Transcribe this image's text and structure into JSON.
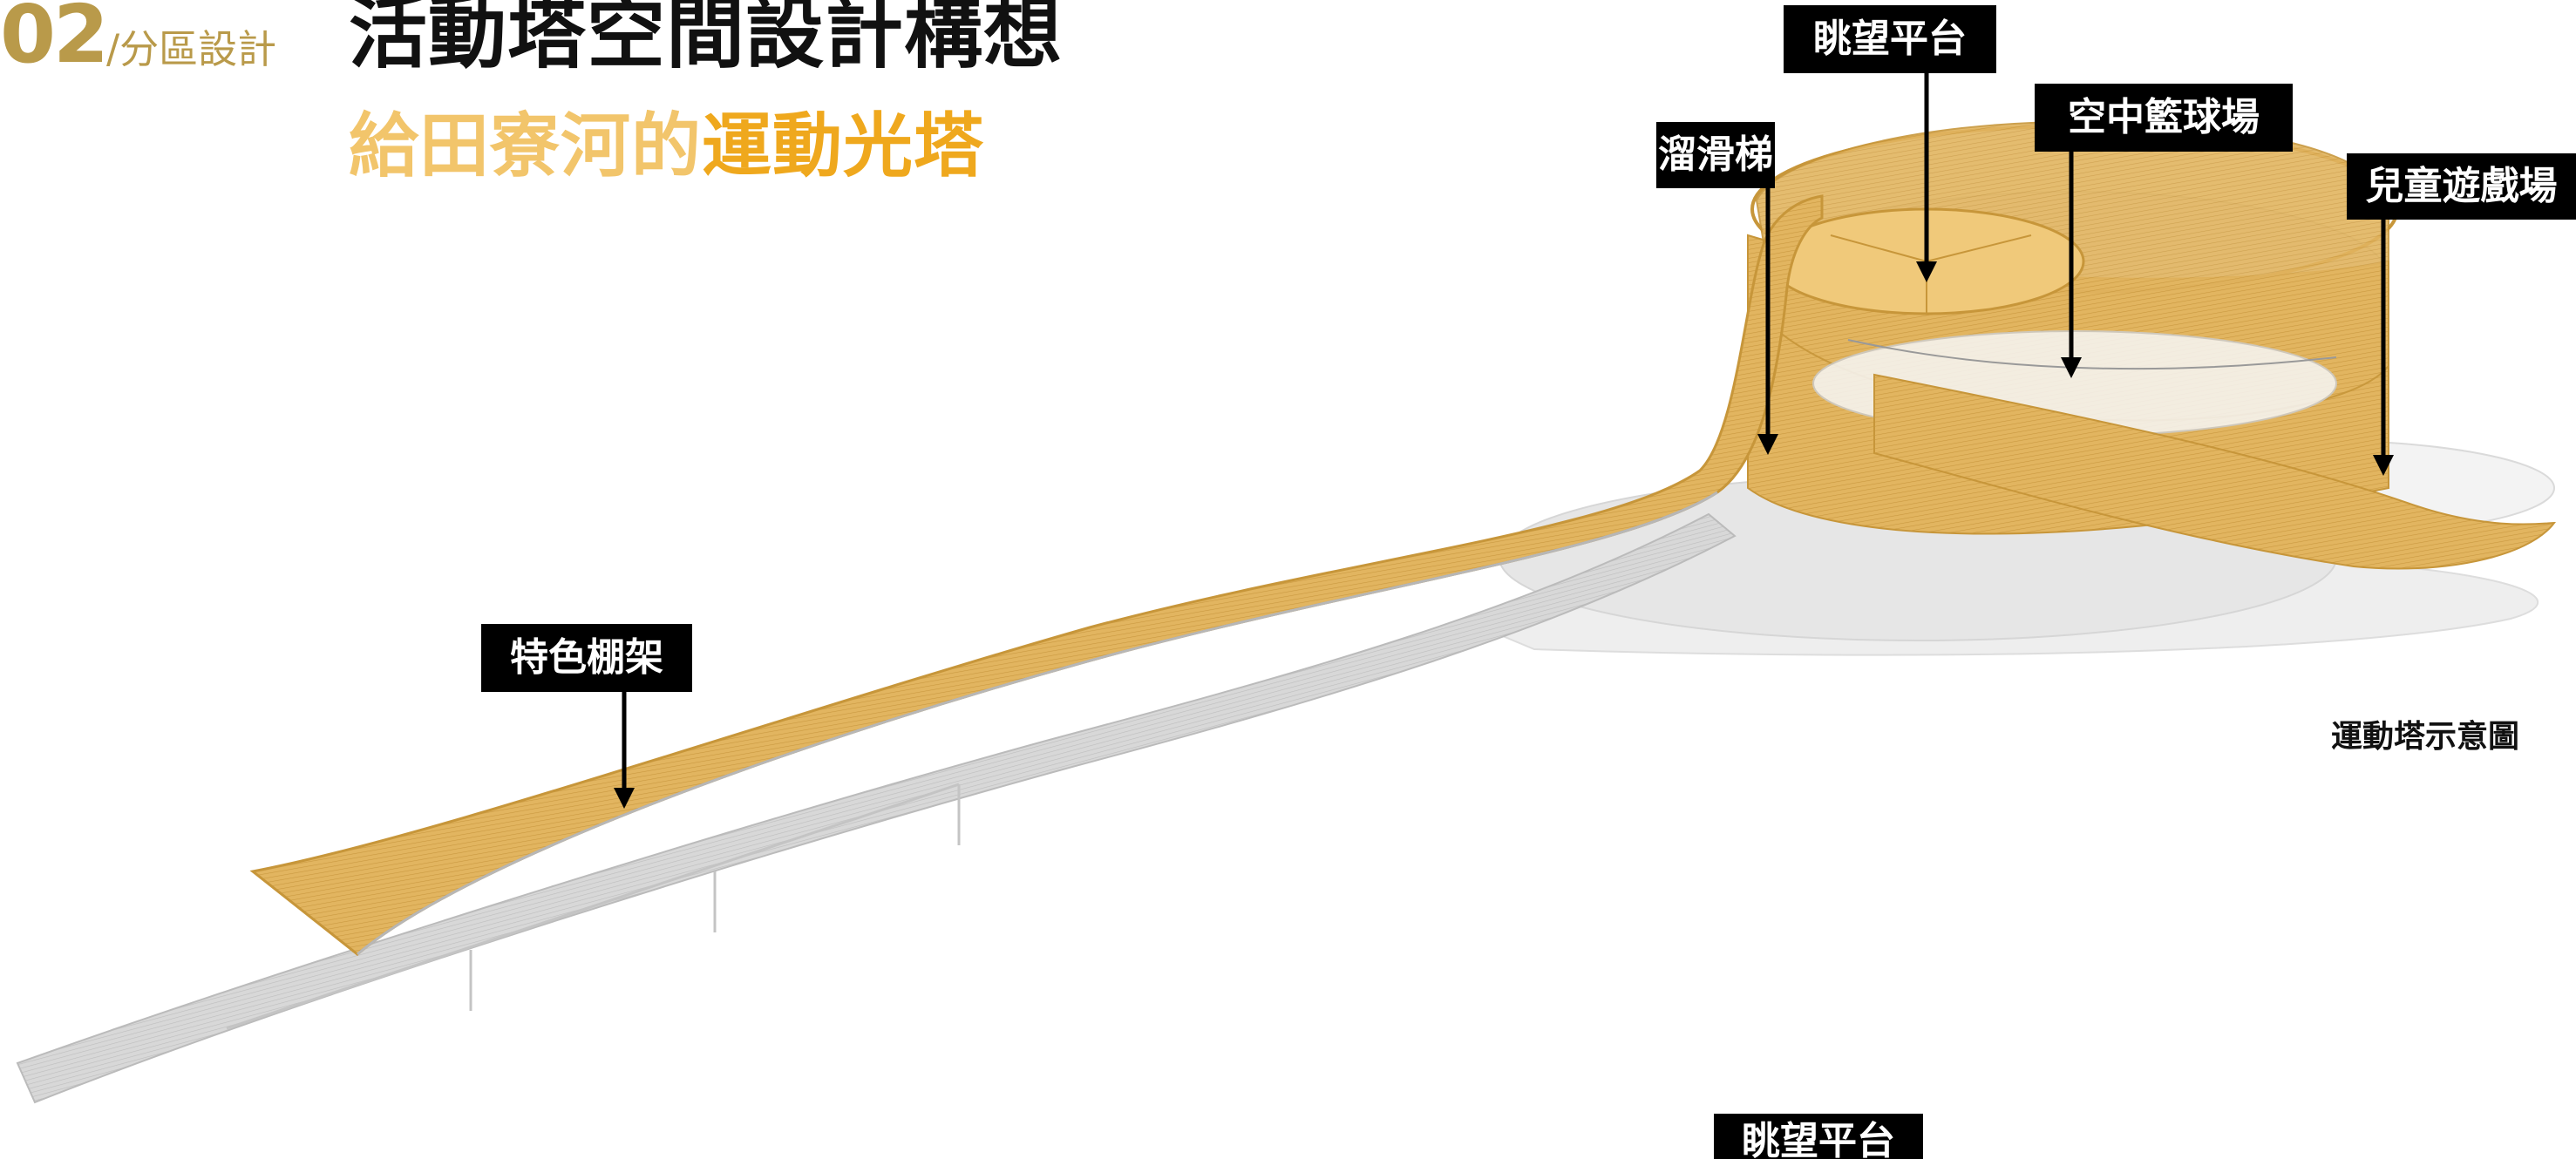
{
  "colors": {
    "accent_gold": "#B99A4A",
    "subtitle_light": "#F2C56B",
    "subtitle_strong": "#EFA81D",
    "structure_fill": "#E2B560",
    "structure_edge": "#C7963A",
    "shadow_gray": "#D4D4D4",
    "label_bg": "#000000",
    "label_text": "#FFFFFF"
  },
  "header": {
    "section_number": "02",
    "section_label": "/分區設計",
    "title": "活動塔空間設計構想",
    "subtitle_part1": "給田寮河的",
    "subtitle_part2": "運動光塔"
  },
  "labels": {
    "viewing_platform": "眺望平台",
    "slide": "溜滑梯",
    "sky_basketball": "空中籃球場",
    "kids_playground": "兒童遊戲場",
    "feature_shelf": "特色棚架",
    "viewing_platform_bottom": "眺望平台"
  },
  "caption": "運動塔示意圖"
}
